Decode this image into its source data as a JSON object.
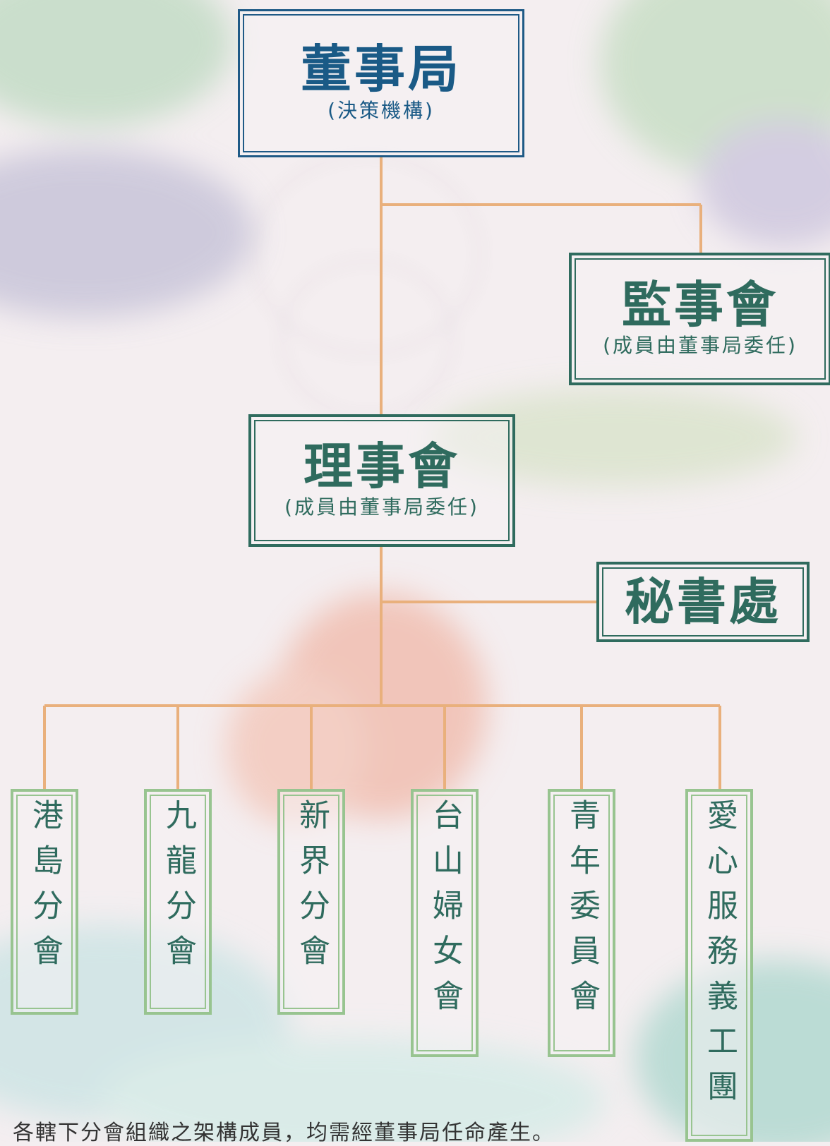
{
  "board_of_directors": {
    "title": "董事局",
    "subtitle": "(決策機構)"
  },
  "supervisory_board": {
    "title": "監事會",
    "subtitle": "(成員由董事局委任)"
  },
  "council": {
    "title": "理事會",
    "subtitle": "(成員由董事局委任)"
  },
  "secretariat": {
    "title": "秘書處"
  },
  "branches": [
    {
      "label": "港島分會"
    },
    {
      "label": "九龍分會"
    },
    {
      "label": "新界分會"
    },
    {
      "label": "台山婦女會"
    },
    {
      "label": "青年委員會"
    },
    {
      "label": "愛心服務義工團"
    }
  ],
  "footer_note": "各轄下分會組織之架構成員，均需經董事局任命產生。",
  "colors": {
    "blue": "#1f5a86",
    "dark_green": "#2f6b5e",
    "light_green": "#98c490",
    "connector": "#e9b07c"
  }
}
